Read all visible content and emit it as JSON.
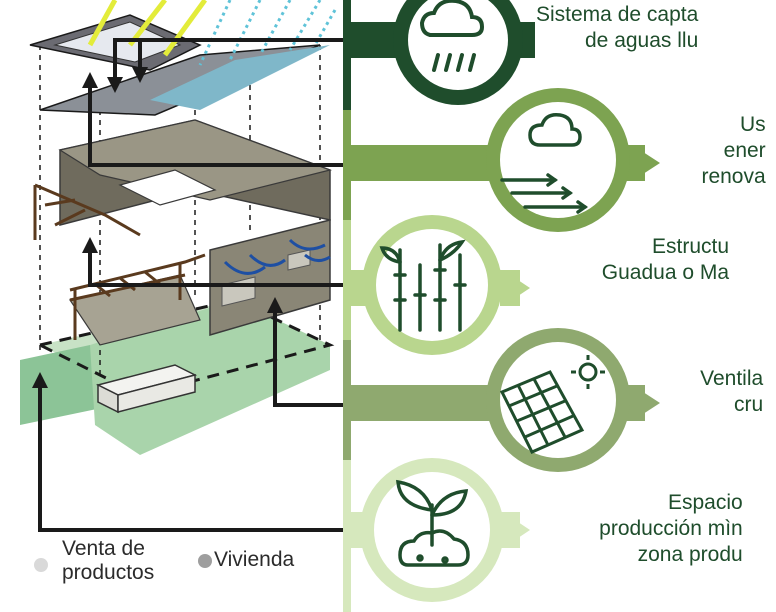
{
  "labels": [
    {
      "line1": "Sistema de capta",
      "line2": "de aguas llu"
    },
    {
      "line1": "Us",
      "line2": "ener",
      "line3": "renova"
    },
    {
      "line1": "Estructu",
      "line2": "Guadua o Ma"
    },
    {
      "line1": "Ventila",
      "line2": "cru"
    },
    {
      "line1": "Espacio",
      "line2": "producción mìn",
      "line3": "zona produ"
    }
  ],
  "legend": {
    "sale_line1": "Venta de",
    "sale_line2": "productos",
    "housing": "Vivienda"
  },
  "icons": [
    "rain-cloud-icon",
    "wind-cloud-icon",
    "bamboo-icon",
    "solar-panel-icon",
    "sprout-icon"
  ],
  "colors": {
    "dark_green": "#1f4d2c",
    "mid_green": "#7da351",
    "light_green": "#b9d68e",
    "sage_green": "#8fa96f",
    "pale_green": "#d6e8bd",
    "zone_green": "#9fd0a5",
    "wall_gray": "#8a8676",
    "timber_brown": "#5a3a1e",
    "sun_yellow": "#e3ec3a",
    "water_blue": "#5fc3d8",
    "airflow_blue": "#1e4fa3"
  }
}
